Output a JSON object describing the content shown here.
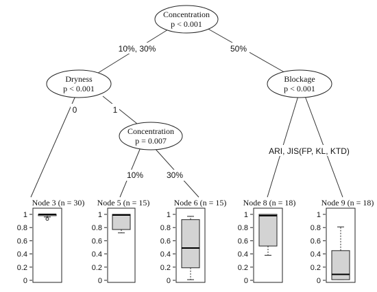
{
  "tree": {
    "internal_nodes": [
      {
        "id": "concentration-root",
        "label": "Concentration",
        "p": "p < 0.001"
      },
      {
        "id": "dryness",
        "label": "Dryness",
        "p": "p < 0.001"
      },
      {
        "id": "blockage",
        "label": "Blockage",
        "p": "p < 0.001"
      },
      {
        "id": "concentration-2",
        "label": "Concentration",
        "p": "p = 0.007"
      }
    ],
    "edges": [
      {
        "label": "10%, 30%"
      },
      {
        "label": "50%"
      },
      {
        "label": "0"
      },
      {
        "label": "1"
      },
      {
        "label": "10%"
      },
      {
        "label": "30%"
      },
      {
        "label": "ARI, JIS(FP, KL, KTD)"
      }
    ]
  },
  "chart_data": {
    "type": "boxplot",
    "ylim": [
      0,
      1
    ],
    "y_ticks": [
      "0",
      "0.2",
      "0.4",
      "0.6",
      "0.8",
      "1"
    ],
    "terminal_nodes": [
      {
        "title": "Node 3 (n = 30)",
        "min": 0.96,
        "q1": 0.98,
        "median": 1.0,
        "q3": 1.0,
        "max": 1.0,
        "outliers": [
          0.93
        ]
      },
      {
        "title": "Node 5 (n = 15)",
        "min": 0.72,
        "q1": 0.77,
        "median": 0.99,
        "q3": 1.0,
        "max": 1.0,
        "outliers": []
      },
      {
        "title": "Node 6 (n = 15)",
        "min": 0.01,
        "q1": 0.19,
        "median": 0.49,
        "q3": 0.92,
        "max": 0.97,
        "outliers": []
      },
      {
        "title": "Node 8 (n = 18)",
        "min": 0.38,
        "q1": 0.52,
        "median": 0.98,
        "q3": 1.0,
        "max": 1.0,
        "outliers": []
      },
      {
        "title": "Node 9 (n = 18)",
        "min": 0.01,
        "q1": 0.01,
        "median": 0.09,
        "q3": 0.45,
        "max": 0.81,
        "outliers": []
      }
    ]
  }
}
